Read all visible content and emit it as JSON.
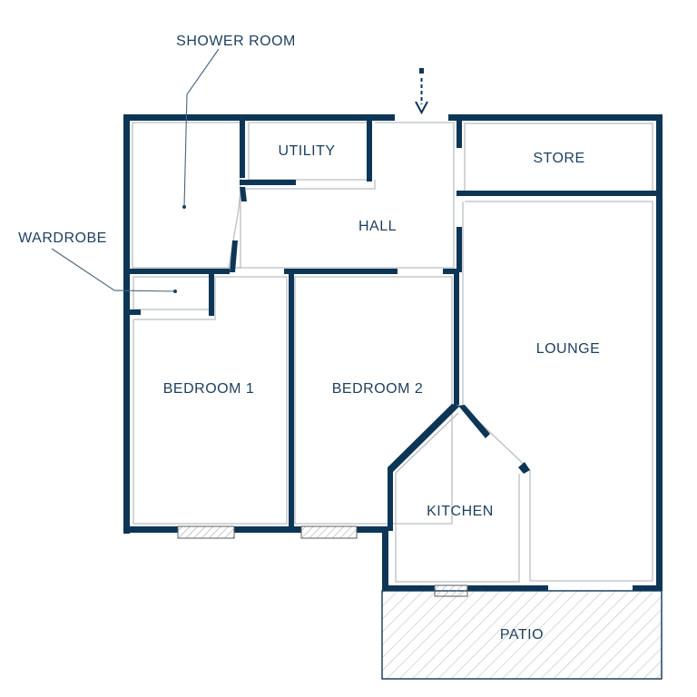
{
  "rooms": {
    "shower_room": "SHOWER ROOM",
    "wardrobe": "WARDROBE",
    "utility": "UTILITY",
    "hall": "HALL",
    "store": "STORE",
    "lounge": "LOUNGE",
    "bedroom1": "BEDROOM 1",
    "bedroom2": "BEDROOM 2",
    "kitchen": "KITCHEN",
    "patio": "PATIO"
  },
  "colors": {
    "wall": "#0d3656",
    "label": "#1c3f5e",
    "inner_line": "#b9bec3",
    "hatch": "#b5b5b5"
  },
  "icons": {
    "entrance": "dashed-arrow-down-icon"
  }
}
